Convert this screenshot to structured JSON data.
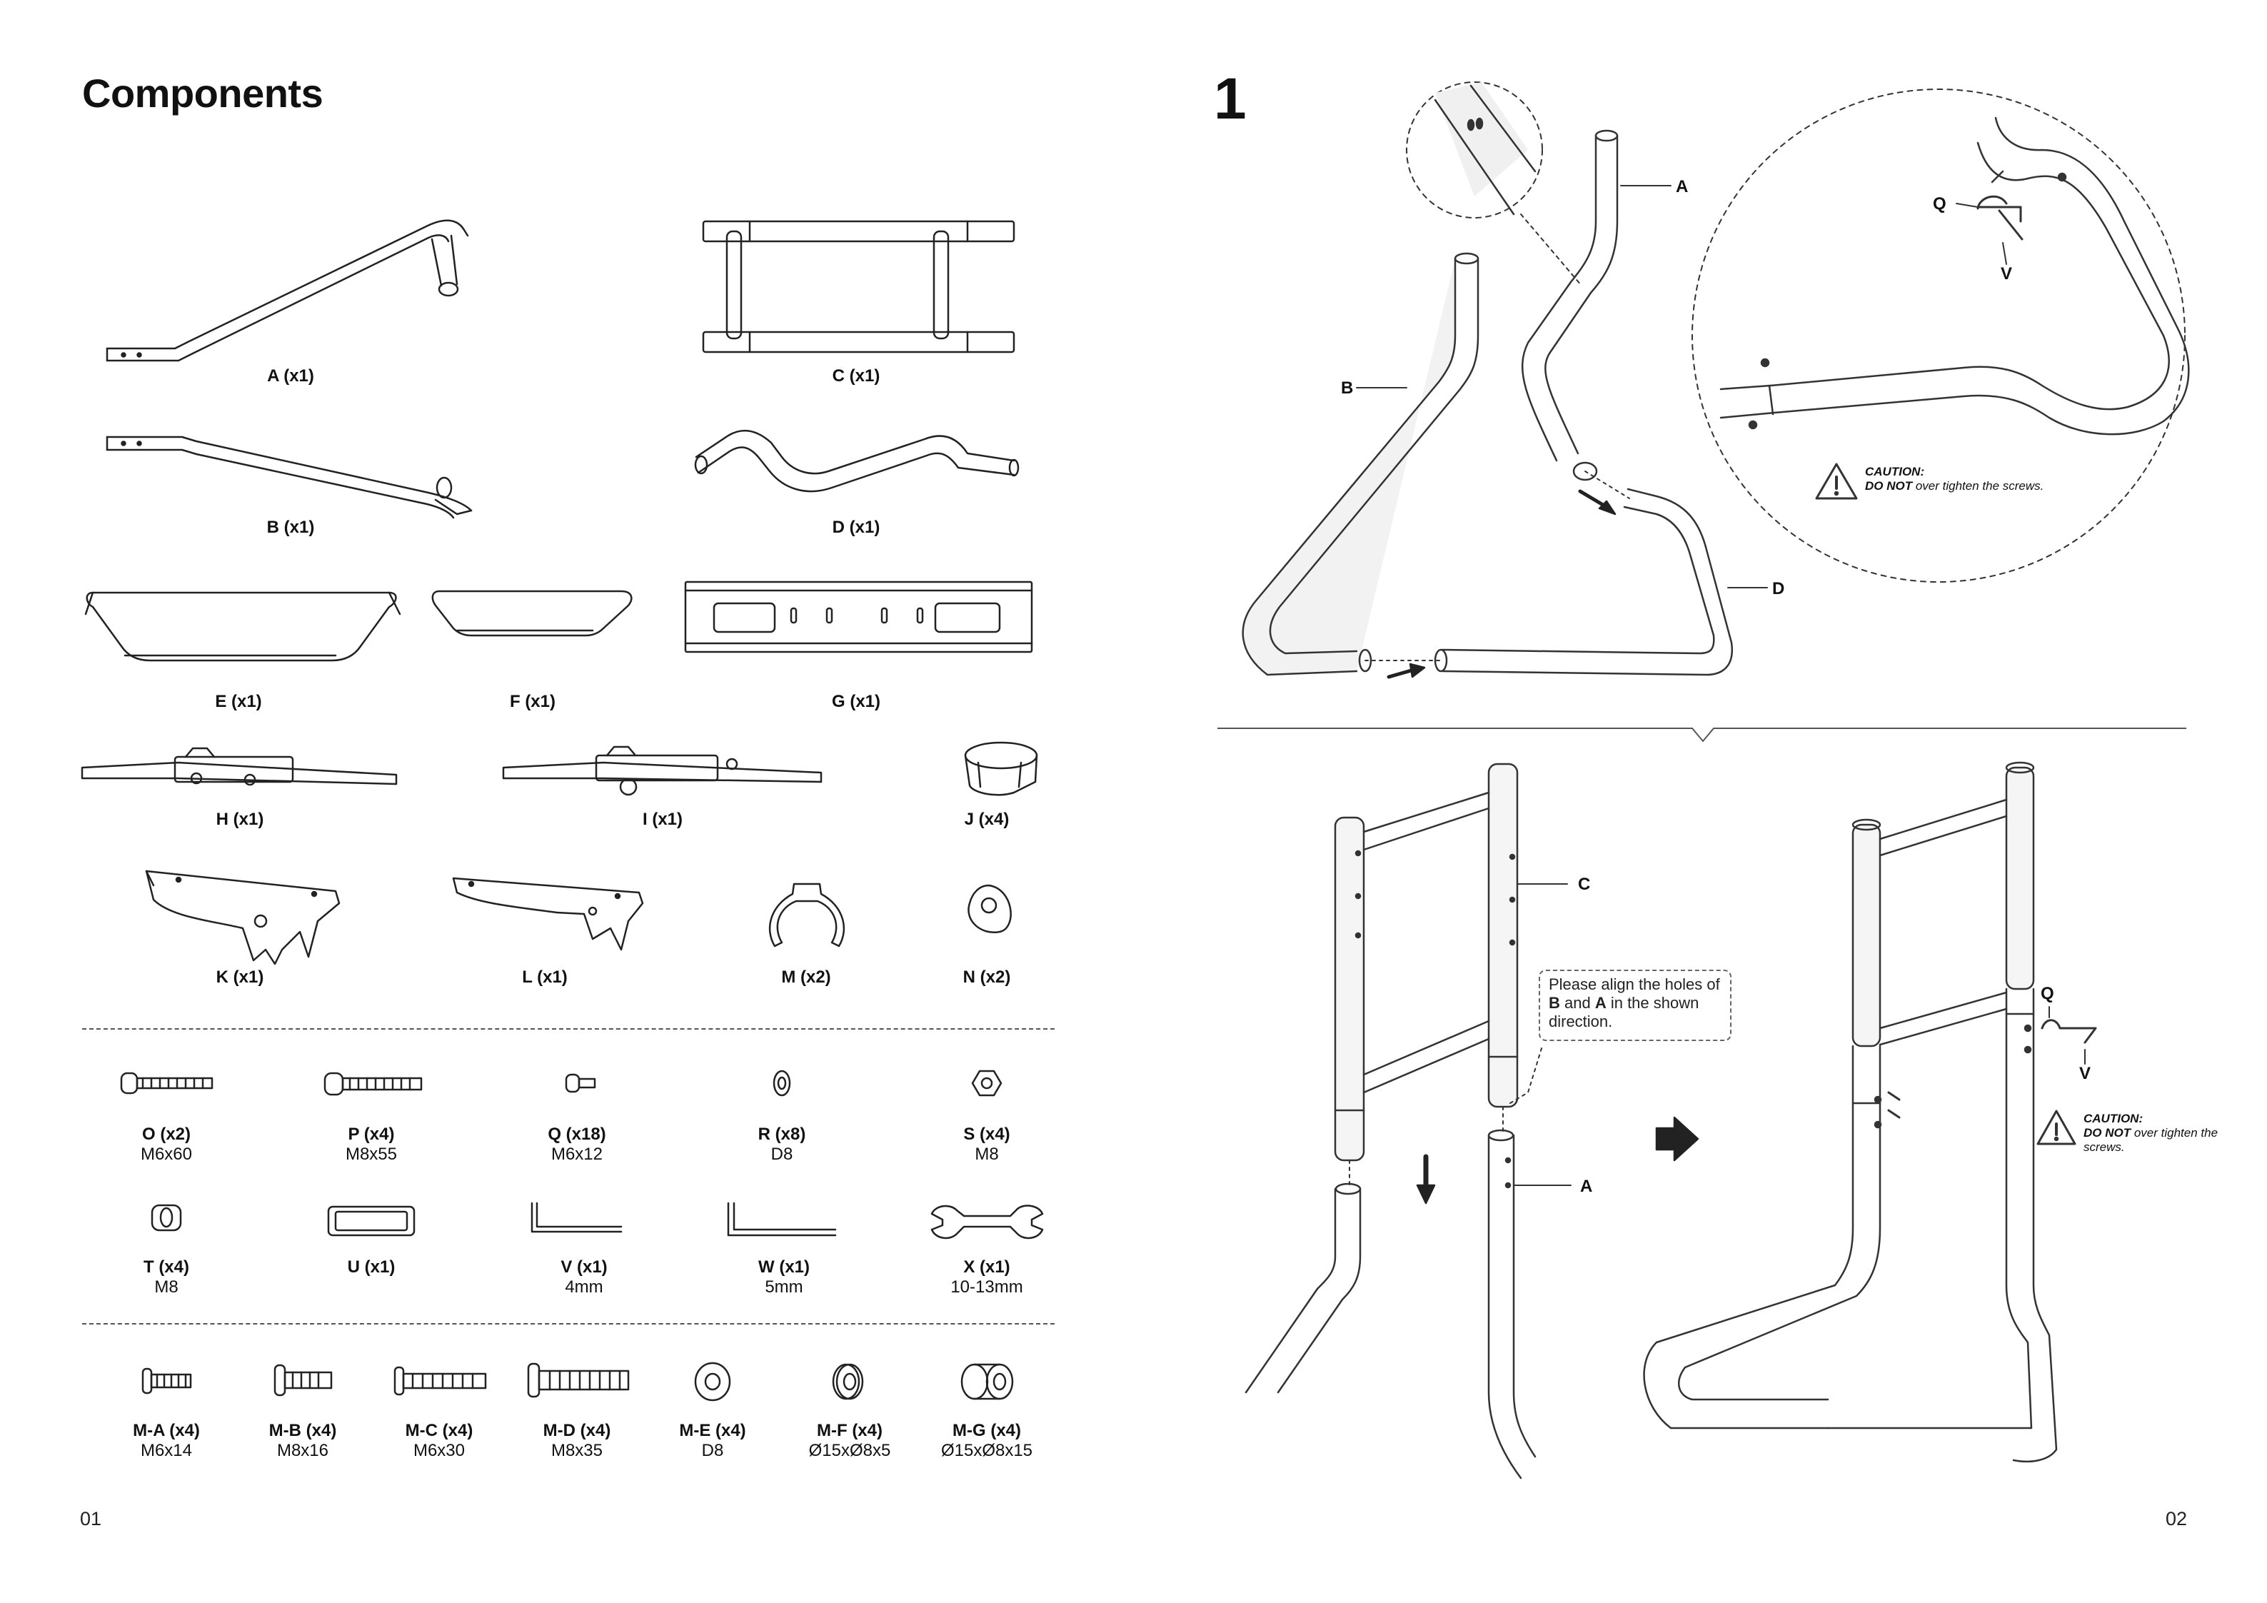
{
  "left_page": {
    "title": "Components",
    "page_number": "01",
    "parts": [
      {
        "name": "A (x1)"
      },
      {
        "name": "C (x1)"
      },
      {
        "name": "B (x1)"
      },
      {
        "name": "D (x1)"
      },
      {
        "name": "E (x1)"
      },
      {
        "name": "F (x1)"
      },
      {
        "name": "G (x1)"
      },
      {
        "name": "H (x1)"
      },
      {
        "name": "I (x1)"
      },
      {
        "name": "J (x4)"
      },
      {
        "name": "K (x1)"
      },
      {
        "name": "L (x1)"
      },
      {
        "name": "M (x2)"
      },
      {
        "name": "N (x2)"
      }
    ],
    "hardware": [
      {
        "name": "O (x2)",
        "spec": "M6x60"
      },
      {
        "name": "P (x4)",
        "spec": "M8x55"
      },
      {
        "name": "Q (x18)",
        "spec": "M6x12"
      },
      {
        "name": "R (x8)",
        "spec": "D8"
      },
      {
        "name": "S (x4)",
        "spec": "M8"
      },
      {
        "name": "T (x4)",
        "spec": "M8"
      },
      {
        "name": "U (x1)",
        "spec": ""
      },
      {
        "name": "V (x1)",
        "spec": "4mm"
      },
      {
        "name": "W (x1)",
        "spec": "5mm"
      },
      {
        "name": "X (x1)",
        "spec": "10-13mm"
      }
    ],
    "monitor_hardware": [
      {
        "name": "M-A (x4)",
        "spec": "M6x14"
      },
      {
        "name": "M-B (x4)",
        "spec": "M8x16"
      },
      {
        "name": "M-C (x4)",
        "spec": "M6x30"
      },
      {
        "name": "M-D (x4)",
        "spec": "M8x35"
      },
      {
        "name": "M-E (x4)",
        "spec": "D8"
      },
      {
        "name": "M-F (x4)",
        "spec": "Ø15xØ8x5"
      },
      {
        "name": "M-G (x4)",
        "spec": "Ø15xØ8x15"
      }
    ]
  },
  "right_page": {
    "step_number": "1",
    "page_number": "02",
    "callouts": {
      "a": "A",
      "b": "B",
      "c": "C",
      "d": "D",
      "q": "Q",
      "v": "V"
    },
    "caution_title": "CAUTION:",
    "caution_strong": "DO NOT",
    "caution_rest": " over tighten the screws.",
    "note_part1": "Please align the holes of ",
    "note_b": "B",
    "note_and": " and ",
    "note_a": "A",
    "note_part2": " in the shown direction."
  }
}
